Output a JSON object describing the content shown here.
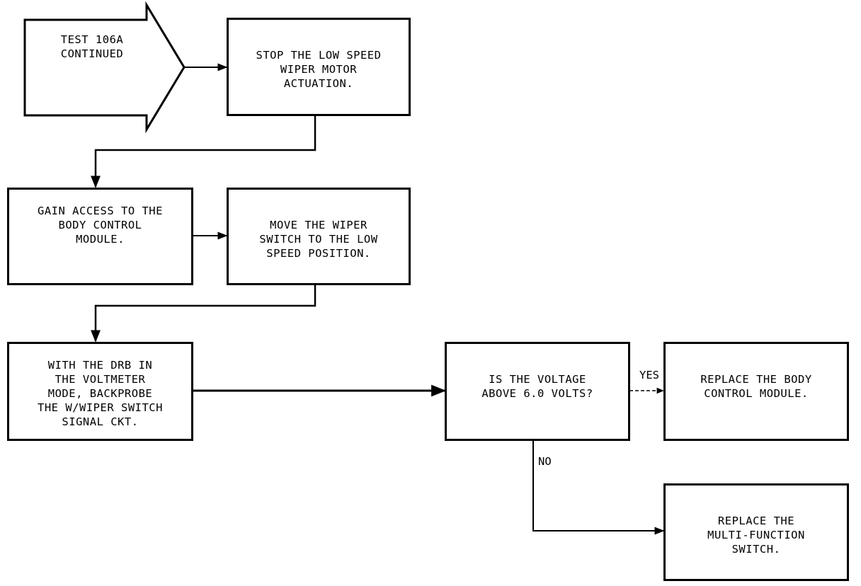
{
  "diagram": {
    "start": {
      "text": "TEST 106A\nCONTINUED"
    },
    "steps": {
      "stop": "STOP THE LOW SPEED\nWIPER MOTOR\nACTUATION.",
      "access": "GAIN ACCESS TO THE\nBODY CONTROL\nMODULE.",
      "move": "MOVE THE WIPER\nSWITCH TO THE LOW\nSPEED POSITION.",
      "probe": "WITH THE DRB IN\nTHE VOLTMETER\nMODE, BACKPROBE\nTHE W/WIPER SWITCH\nSIGNAL CKT.",
      "question": "IS THE VOLTAGE\nABOVE 6.0 VOLTS?",
      "replace_bcm": "REPLACE THE BODY\nCONTROL MODULE.",
      "replace_switch": "REPLACE THE\nMULTI-FUNCTION\nSWITCH."
    },
    "labels": {
      "yes": "YES",
      "no": "NO"
    }
  }
}
